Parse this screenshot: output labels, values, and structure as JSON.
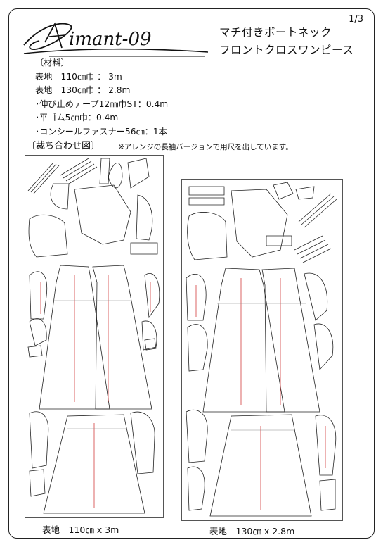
{
  "page_number": "1/3",
  "logo_text": "Aimant-09",
  "title": {
    "line1": "マチ付きボートネック",
    "line2": "フロントクロスワンピース"
  },
  "materials": {
    "heading": "〔材料〕",
    "items": [
      "表地　110㎝巾 ： 3m",
      "表地　130㎝巾 ： 2.8m",
      "･伸び止めテープ12㎜巾ST：0.4m",
      "･平ゴム5㎝巾：0.4m",
      "･コンシールファスナー56㎝：1本"
    ]
  },
  "cutting_layout": {
    "heading": "〔裁ち合わせ図〕",
    "note": "※アレンジの長袖バージョンで用尺を出しています。",
    "layouts": [
      {
        "caption": "表地　110㎝ x 3m"
      },
      {
        "caption": "表地　130㎝ x 2.8m"
      }
    ]
  },
  "colors": {
    "outline": "#222222",
    "grainline": "#cc2222"
  }
}
